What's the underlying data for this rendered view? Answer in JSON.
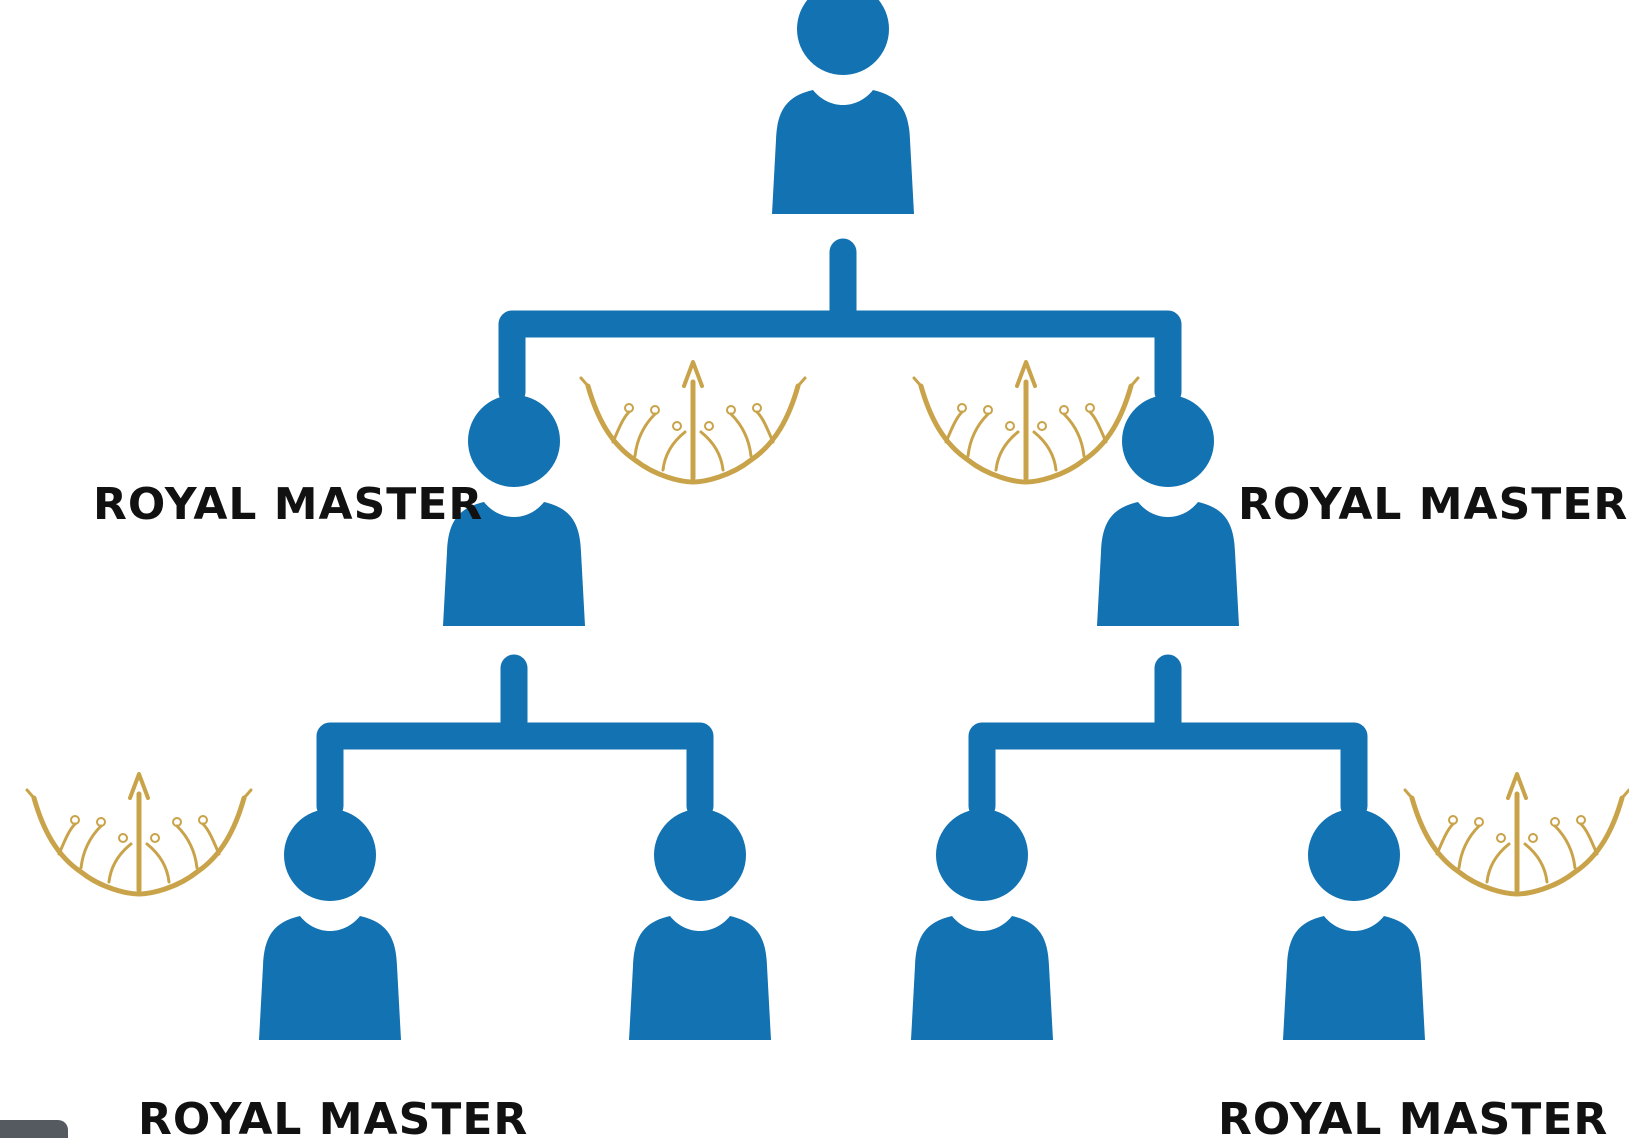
{
  "colors": {
    "person": "#1272b2",
    "connector": "#1272b2",
    "crown": "#c9a349",
    "text": "#111111",
    "background": "#ffffff"
  },
  "labels": {
    "left_mid": "ROYAL MASTER",
    "right_mid": "ROYAL MASTER",
    "bottom_left": "ROYAL MASTER",
    "bottom_right": "ROYAL MASTER"
  },
  "icons": {
    "person": "person-icon",
    "crown": "crown-icon"
  }
}
